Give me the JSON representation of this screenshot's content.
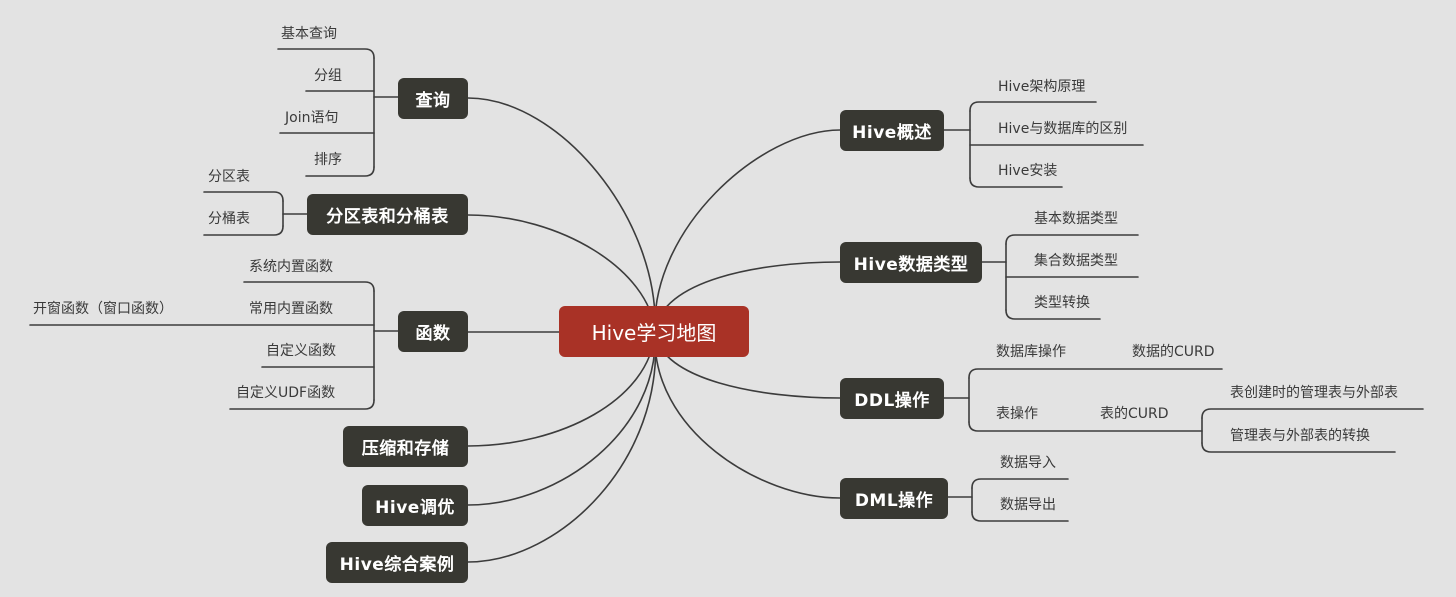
{
  "central": "Hive学习地图",
  "left": {
    "query": {
      "title": "查询",
      "items": [
        "基本查询",
        "分组",
        "Join语句",
        "排序"
      ]
    },
    "partition": {
      "title": "分区表和分桶表",
      "items": [
        "分区表",
        "分桶表"
      ]
    },
    "functions": {
      "title": "函数",
      "items": [
        "系统内置函数",
        "常用内置函数",
        "开窗函数（窗口函数）",
        "自定义函数",
        "自定义UDF函数"
      ]
    },
    "compress": {
      "title": "压缩和存储"
    },
    "tuning": {
      "title": "Hive调优"
    },
    "cases": {
      "title": "Hive综合案例"
    }
  },
  "right": {
    "overview": {
      "title": "Hive概述",
      "items": [
        "Hive架构原理",
        "Hive与数据库的区别",
        "Hive安装"
      ]
    },
    "types": {
      "title": "Hive数据类型",
      "items": [
        "基本数据类型",
        "集合数据类型",
        "类型转换"
      ]
    },
    "ddl": {
      "title": "DDL操作",
      "db": {
        "label": "数据库操作",
        "child": "数据的CURD"
      },
      "table": {
        "label": "表操作",
        "child": "表的CURD",
        "items": [
          "表创建时的管理表与外部表",
          "管理表与外部表的转换"
        ]
      }
    },
    "dml": {
      "title": "DML操作",
      "items": [
        "数据导入",
        "数据导出"
      ]
    }
  },
  "colors": {
    "background": "#e3e3e3",
    "central": "#a93226",
    "topic": "#383832",
    "line": "#3c3c3c"
  }
}
